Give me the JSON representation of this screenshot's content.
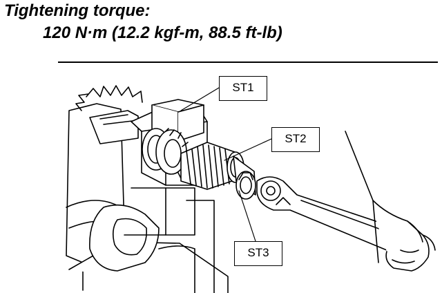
{
  "heading": {
    "label": "Tightening torque:",
    "value": "120 N·m (12.2 kgf-m, 88.5 ft-lb)"
  },
  "figure": {
    "callouts": [
      {
        "label": "ST1"
      },
      {
        "label": "ST2"
      },
      {
        "label": "ST3"
      }
    ]
  },
  "colors": {
    "ink": "#000000",
    "paper": "#ffffff"
  }
}
